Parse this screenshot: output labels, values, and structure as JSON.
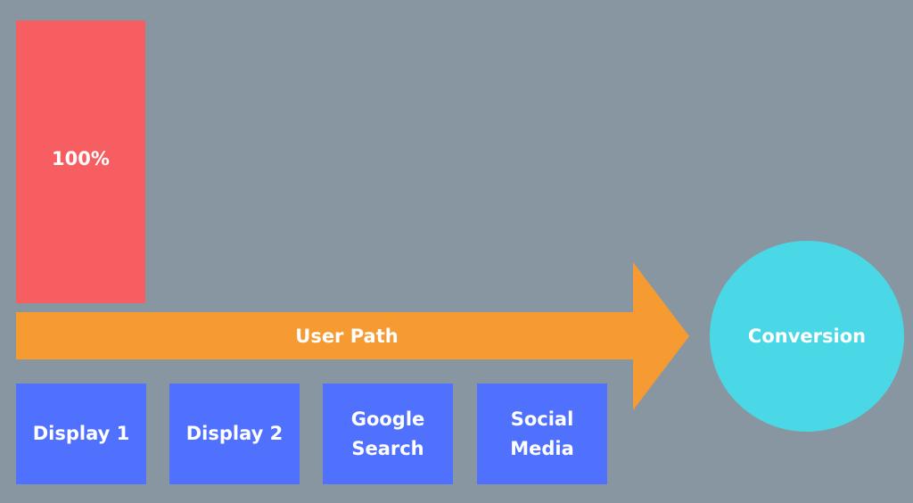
{
  "bar": {
    "label": "100%",
    "percent": 100
  },
  "arrow": {
    "label": "User Path"
  },
  "conversion": {
    "label": "Conversion"
  },
  "touchpoints": [
    {
      "label": "Display 1"
    },
    {
      "label": "Display 2"
    },
    {
      "label": "Google Search"
    },
    {
      "label": "Social Media"
    }
  ],
  "colors": {
    "background": "#8896a2",
    "bar": "#f75e62",
    "arrow": "#f69a32",
    "touchpoint": "#5071fe",
    "conversion": "#4ad8e6"
  }
}
